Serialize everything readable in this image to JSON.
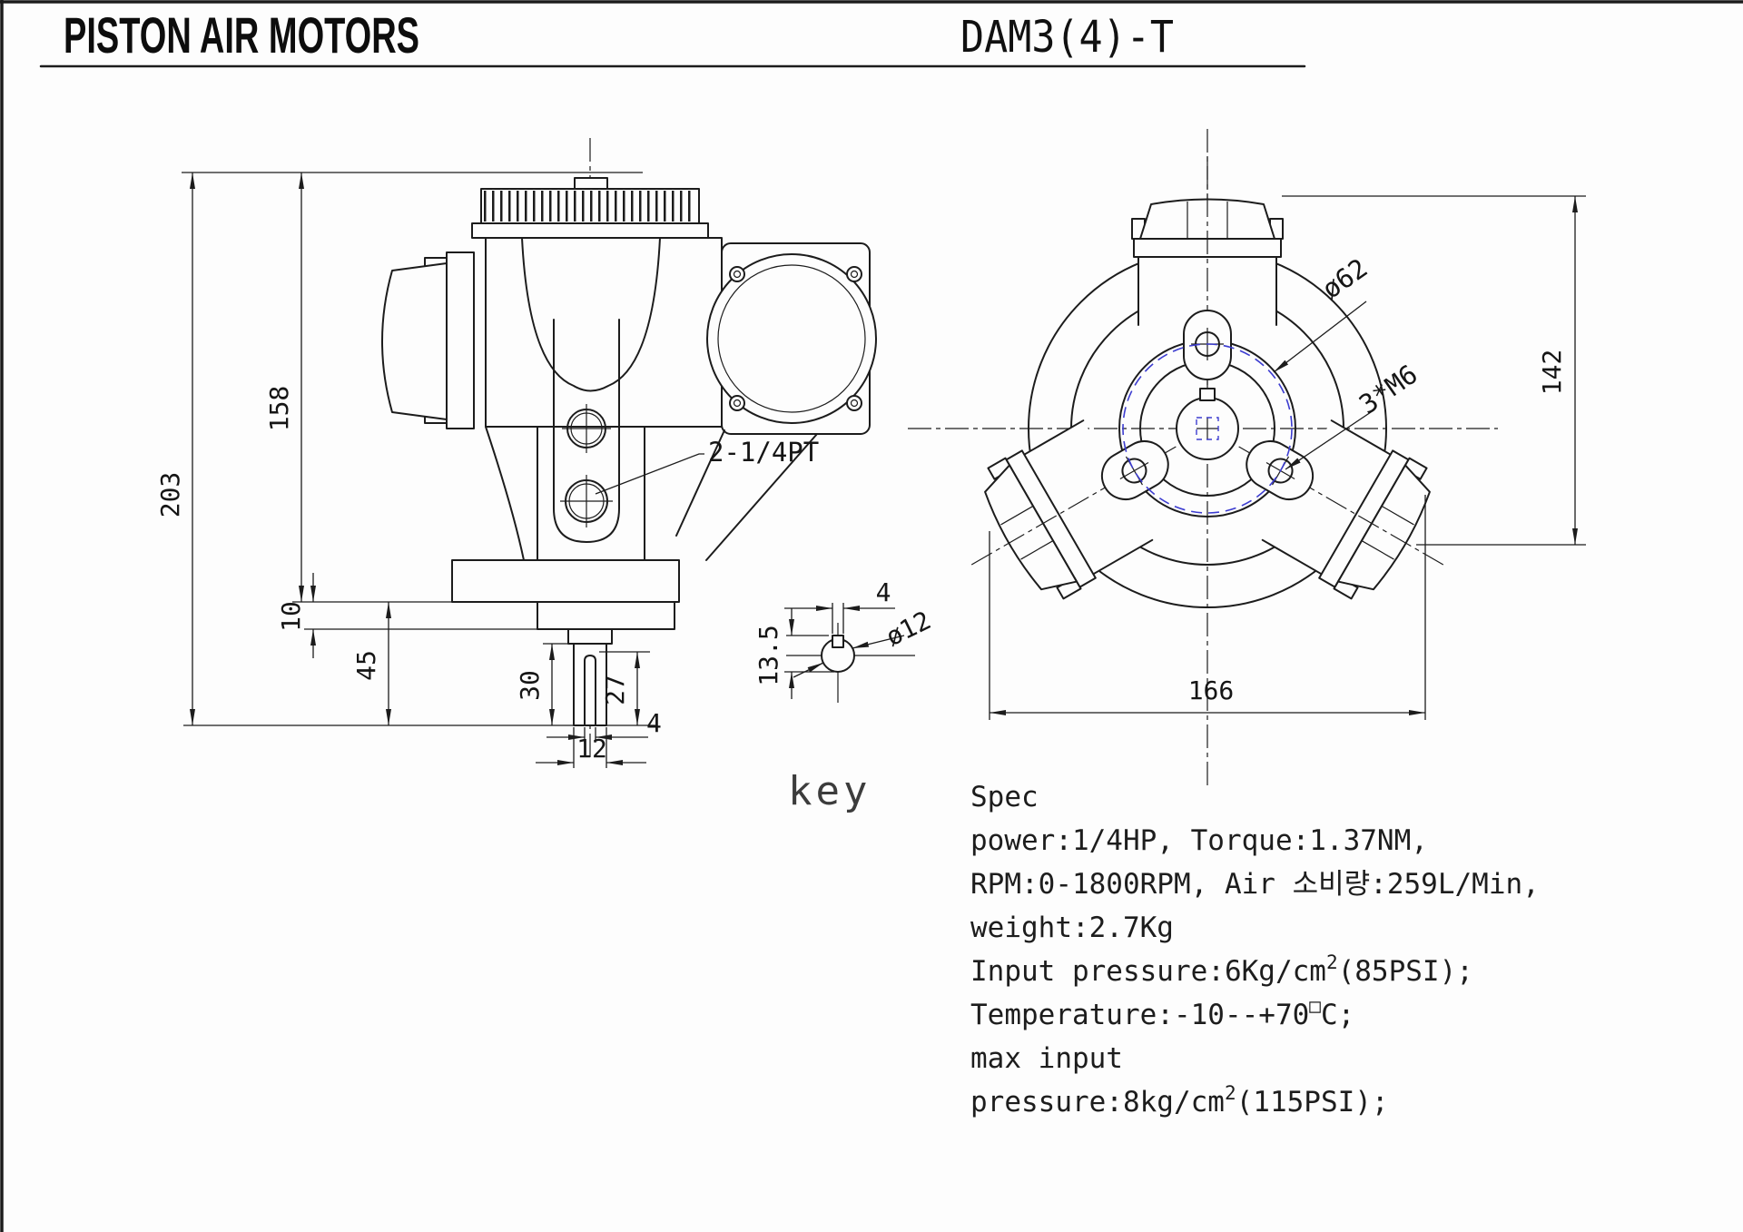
{
  "header": {
    "product_title": "PISTON AIR MOTORS",
    "model": "DAM3(4)-T"
  },
  "side_view": {
    "dims": {
      "overall_height": "203",
      "body_height": "158",
      "base_plate_thickness": "10",
      "base_to_shaft_end": "45",
      "shaft_exposed_length": "30",
      "keyway_length": "27",
      "keyway_width": "4",
      "shaft_diameter": "12"
    },
    "port_label": "2-1/4PT"
  },
  "front_view": {
    "dims": {
      "pilot_diameter": "ø62",
      "mounting_taps": "3*M6",
      "overall_height": "142",
      "overall_width": "166"
    }
  },
  "key_detail": {
    "caption": "key",
    "dims": {
      "key_width": "4",
      "key_section_height": "13.5",
      "shaft_diameter": "ø12"
    }
  },
  "spec": {
    "title": "Spec",
    "power_torque": "power:1/4HP, Torque:1.37NM,",
    "rpm_air": "RPM:0-1800RPM, Air 소비량:259L/Min,",
    "weight": "weight:2.7Kg",
    "input_pressure_pre": "Input pressure:6Kg/cm",
    "input_pressure_sup": "2",
    "input_pressure_post": "(85PSI);",
    "temperature_pre": "Temperature:-10--+70",
    "temperature_sup": "□",
    "temperature_post": "C;",
    "max_input": "max input",
    "max_pressure_pre": "pressure:8kg/cm",
    "max_pressure_sup": "2",
    "max_pressure_post": "(115PSI);"
  },
  "colors": {
    "line_black": "#1c1c1c",
    "construction_blue": "#3c3cd0",
    "background": "#fdfdfd"
  }
}
